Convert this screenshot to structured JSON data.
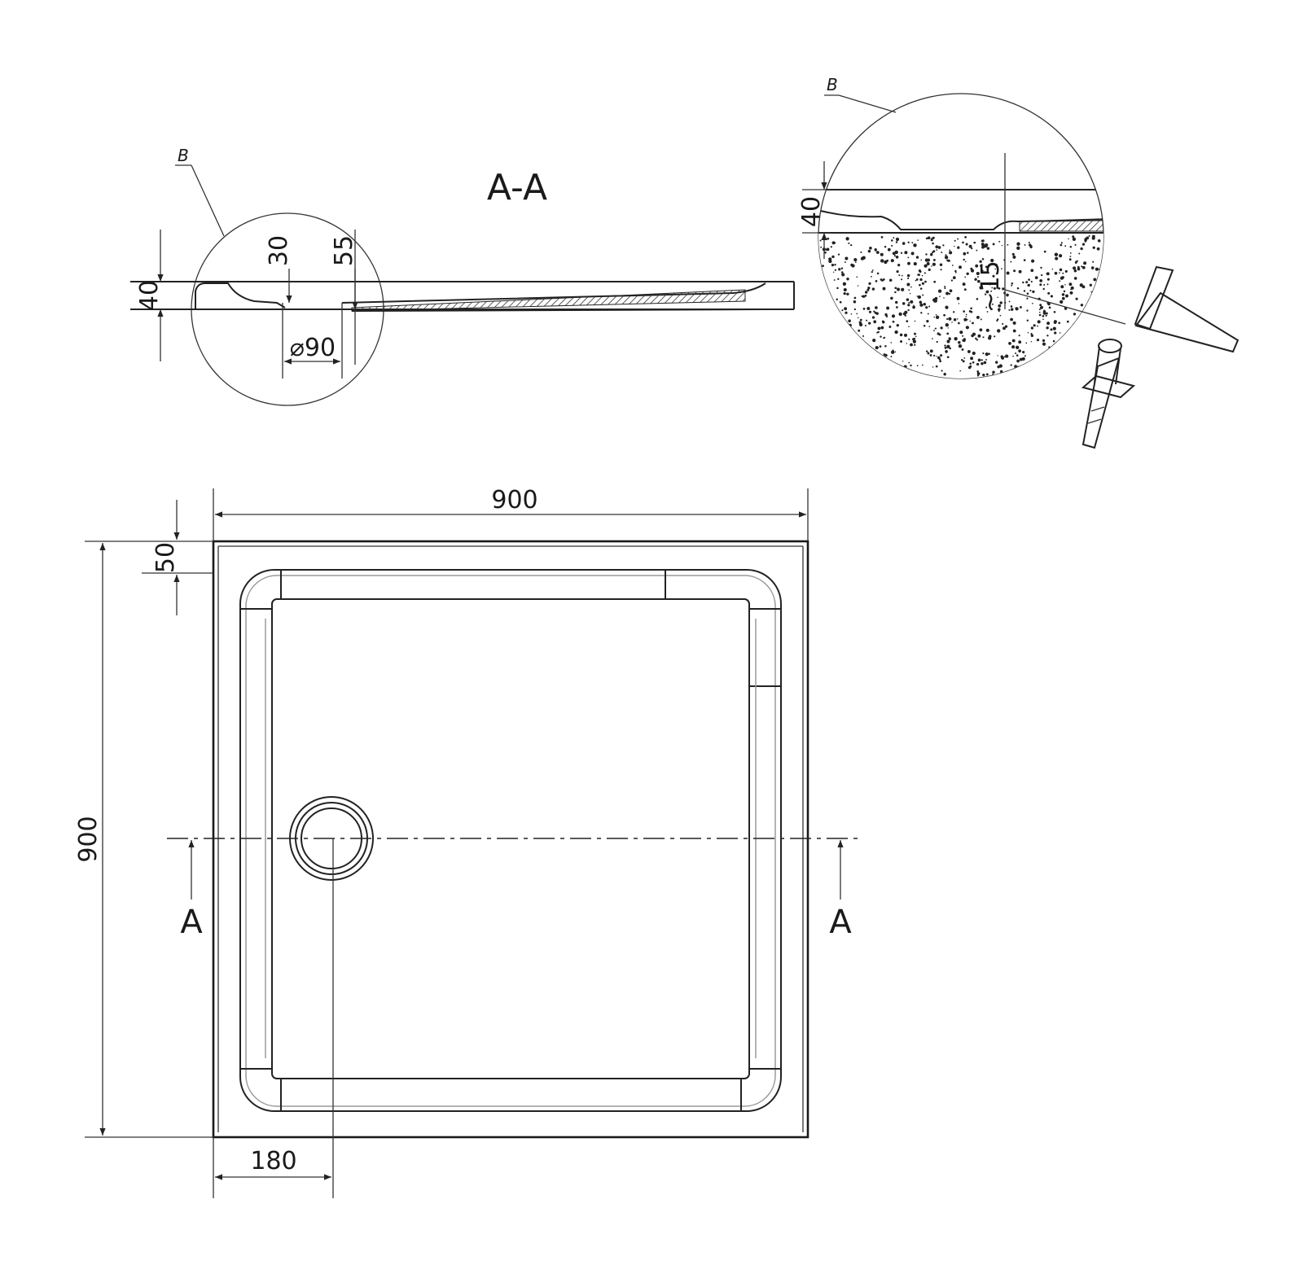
{
  "section": {
    "title": "A-A"
  },
  "detail": {
    "callout": "B",
    "callout_small": "B"
  },
  "section_dims": {
    "depth_top": "30",
    "depth_outlet": "55",
    "thickness": "40",
    "outlet_diameter": "⌀90"
  },
  "detail_dims": {
    "thickness": "40",
    "recess": "~15"
  },
  "plan_dims": {
    "width": "900",
    "height": "900",
    "rim": "50",
    "drain_offset": "180"
  },
  "section_markers": {
    "left": "A",
    "right": "A"
  },
  "icons": [
    "hammer-icon",
    "anchor-plug-icon",
    "concrete-fill"
  ]
}
